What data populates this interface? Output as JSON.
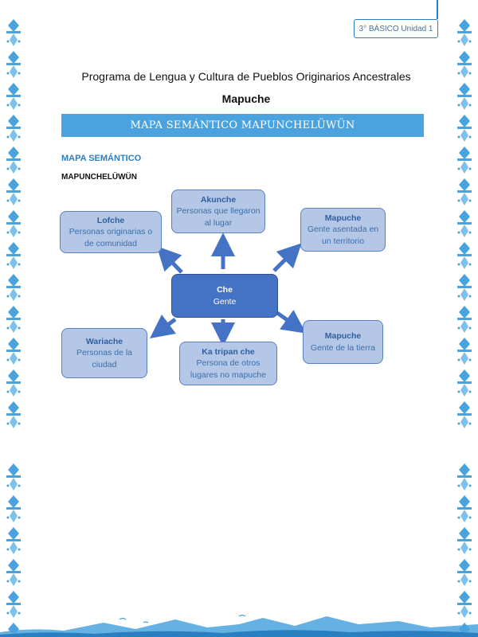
{
  "header": {
    "grade_badge": "3° BÁSICO Unidad 1",
    "program_title": "Programa de Lengua y Cultura de Pueblos Originarios Ancestrales",
    "people_name": "Mapuche"
  },
  "banner": {
    "title": "MAPA SEMÁNTICO MAPUNCHELÜWÜN"
  },
  "section": {
    "subheading": "MAPA SEMÁNTICO",
    "subtitle": "MAPUNCHELÜWÜN"
  },
  "map": {
    "center": {
      "term": "Che",
      "meaning": "Gente"
    },
    "nodes": [
      {
        "id": "lofche",
        "term": "Lofche",
        "meaning": "Personas originarias o de comunidad"
      },
      {
        "id": "akunche",
        "term": "Akunche",
        "meaning": "Personas que llegaron al lugar"
      },
      {
        "id": "mapuche-territorio",
        "term": "Mapuche",
        "meaning": "Gente asentada en un territorio"
      },
      {
        "id": "wariache",
        "term": "Wariache",
        "meaning": "Personas de la ciudad"
      },
      {
        "id": "ka-tripan-che",
        "term": "Ka tripan che",
        "meaning": "Persona de otros lugares no mapuche"
      },
      {
        "id": "mapuche-tierra",
        "term": "Mapuche",
        "meaning": "Gente de la tierra"
      }
    ]
  },
  "colors": {
    "accent": "#4aa3df",
    "node_fill": "#b4c7e7",
    "center_fill": "#4472c4",
    "arrow": "#4472c4"
  },
  "icons": [
    "border-pattern-icon",
    "mountain-landscape-icon"
  ]
}
